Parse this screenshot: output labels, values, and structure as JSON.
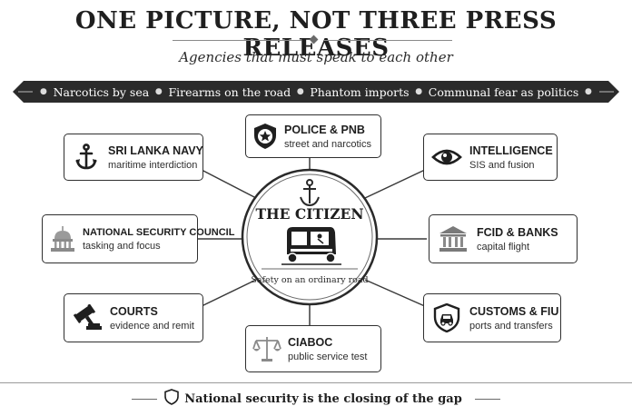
{
  "header": {
    "title": "ONE PICTURE, NOT THREE PRESS RELEASES",
    "subtitle": "Agencies that must speak to each other"
  },
  "banner": {
    "items": [
      "Narcotics by sea",
      "Firearms on the road",
      "Phantom imports",
      "Communal fear as politics"
    ]
  },
  "hub": {
    "name": "THE CITIZEN",
    "caption": "Safety on an ordinary road",
    "icons": [
      "anchor-icon",
      "tuk-tuk-icon"
    ]
  },
  "agencies": {
    "police": {
      "label": "POLICE & PNB",
      "desc": "street and narcotics",
      "icon": "police-badge-icon"
    },
    "navy": {
      "label": "SRI LANKA NAVY",
      "desc": "maritime interdiction",
      "icon": "anchor-icon"
    },
    "intelligence": {
      "label": "INTELLIGENCE",
      "desc": "SIS and fusion",
      "icon": "eye-icon"
    },
    "nsc": {
      "label": "NATIONAL SECURITY COUNCIL",
      "desc": "tasking and focus",
      "icon": "capitol-dome-icon"
    },
    "fcid": {
      "label": "FCID & BANKS",
      "desc": "capital flight",
      "icon": "bank-building-icon"
    },
    "courts": {
      "label": "COURTS",
      "desc": "evidence and remit",
      "icon": "gavel-icon"
    },
    "customs": {
      "label": "CUSTOMS & FIU",
      "desc": "ports and transfers",
      "icon": "shield-car-icon"
    },
    "ciaboc": {
      "label": "CIABOC",
      "desc": "public service test",
      "icon": "scales-icon"
    }
  },
  "footer": {
    "text": "National security is the closing of the gap",
    "icon": "shield-icon"
  },
  "colors": {
    "ink": "#222222",
    "banner": "#2b2b2b",
    "border": "#2f2f2f",
    "background": "#ffffff"
  }
}
